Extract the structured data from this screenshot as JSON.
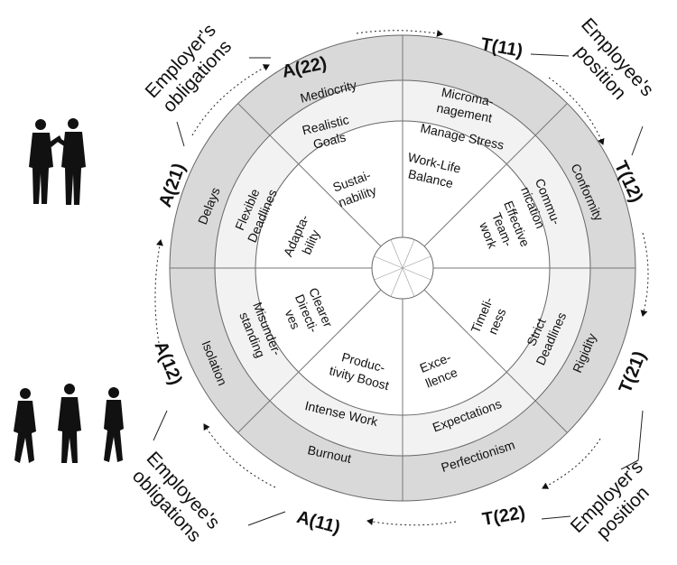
{
  "center_node": "",
  "outer_ring": [
    "Micromanagement",
    "Conformity",
    "Rigidity",
    "Perfectionism",
    "Burnout",
    "Isolation",
    "Delays",
    "Mediocrity"
  ],
  "middle_ring": [
    "Manage Stress",
    "Communication",
    "Strict Deadlines",
    "Expectations",
    "Intense Work",
    "Misunderstanding",
    "Flexible Deadlines",
    "Realistic Goals"
  ],
  "inner_ring": [
    "Work-Life Balance",
    "Effective Teamwork",
    "Timeliness",
    "Excellence",
    "Productivity Boost",
    "Clearer Directives",
    "Adaptability",
    "Sustainability"
  ],
  "nodes": {
    "t11": "T(11)",
    "t12": "T(12)",
    "t21": "T(21)",
    "t22": "T(22)",
    "a11": "A(11)",
    "a12": "A(12)",
    "a21": "A(21)",
    "a22": "A(22)"
  },
  "side_labels": {
    "top_left": "Employer's obligations",
    "top_right": "Employee's position",
    "bottom_right": "Employer's position",
    "bottom_left": "Employee's obligations"
  },
  "icons": {
    "top_left": "business-people-silhouette-icon",
    "bottom_left": "walking-people-silhouette-icon"
  },
  "colors": {
    "outer_ring_fill": "#d9d9d9",
    "middle_ring_fill": "#f2f2f2",
    "inner_ring_fill": "#ffffff",
    "line": "#555555",
    "silhouette": "#111111"
  }
}
